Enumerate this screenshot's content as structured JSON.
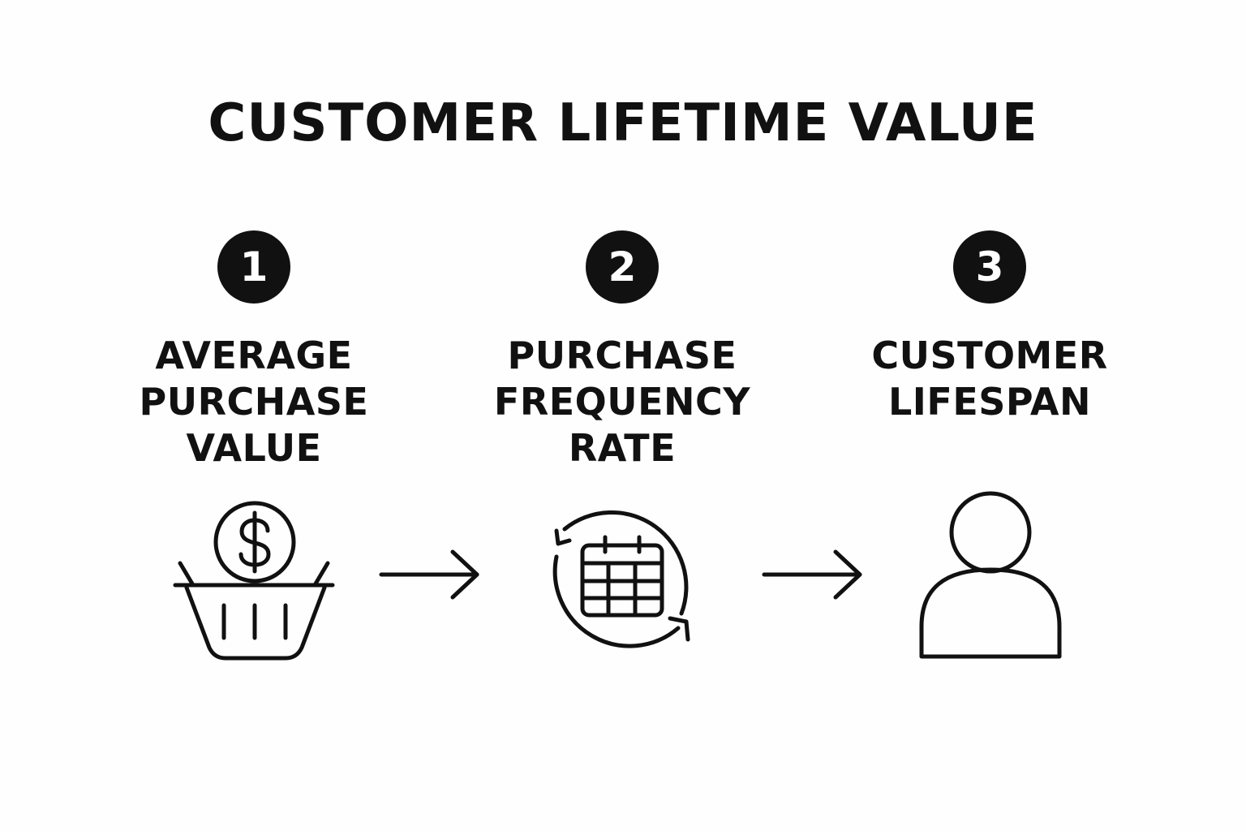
{
  "title": "CUSTOMER LIFETIME VALUE",
  "steps": [
    {
      "number": "1",
      "label_lines": [
        "AVERAGE",
        "PURCHASE",
        "VALUE"
      ],
      "icon": "basket-dollar-icon"
    },
    {
      "number": "2",
      "label_lines": [
        "PURCHASE",
        "FREQUENCY",
        "RATE"
      ],
      "icon": "calendar-cycle-icon"
    },
    {
      "number": "3",
      "label_lines": [
        "CUSTOMER",
        "LIFESPAN"
      ],
      "icon": "person-icon"
    }
  ],
  "colors": {
    "ink": "#111111",
    "background": "#fefefe"
  }
}
